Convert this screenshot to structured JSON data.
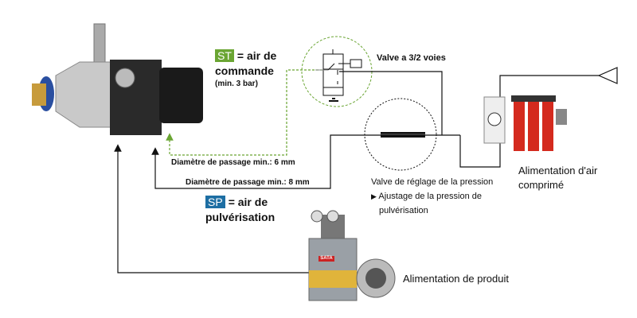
{
  "st": {
    "badge": "ST",
    "line1": "= air de",
    "line2": "commande",
    "note": "(min. 3 bar)",
    "color": "#6aa533"
  },
  "sp": {
    "badge": "SP",
    "line1": "= air de",
    "line2": "pulvérisation",
    "color": "#1d6ea3"
  },
  "valve_32": "Valve a 3/2 voies",
  "regulator": {
    "title": "Valve de réglage de la pression",
    "bullet": "Ajustage de la pression de",
    "bullet2": "pulvérisation"
  },
  "air_supply": {
    "line1": "Alimentation d'air",
    "line2": "comprimé"
  },
  "product_supply": "Alimentation de produit",
  "hose_6mm": "Diamètre de passage min.: 6 mm",
  "hose_8mm": "Diamètre de passage min.: 8 mm",
  "pot_brand": "SATA"
}
